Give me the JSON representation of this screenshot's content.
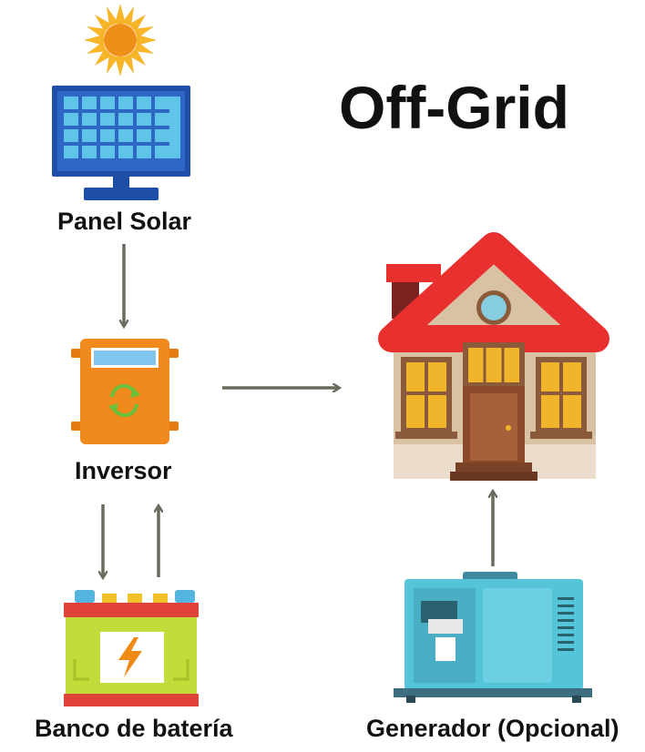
{
  "title": "Off-Grid",
  "nodes": {
    "panel": {
      "label": "Panel Solar",
      "icon": "solar-panel-icon"
    },
    "inverter": {
      "label": "Inversor",
      "icon": "inverter-icon"
    },
    "battery": {
      "label": "Banco de batería",
      "icon": "battery-icon"
    },
    "generator": {
      "label": "Generador (Opcional)",
      "icon": "generator-icon"
    },
    "house": {
      "icon": "house-icon"
    }
  },
  "colors": {
    "arrow": "#6b6a5c",
    "panel_blue": "#1f4fa8",
    "panel_cell": "#5fc3ea",
    "inverter_orange": "#f08a1c",
    "battery_green": "#c3dc3a",
    "battery_red": "#e0413a",
    "roof_red": "#e8312f",
    "wall": "#d9c1a4",
    "generator_teal": "#55c4d9"
  }
}
